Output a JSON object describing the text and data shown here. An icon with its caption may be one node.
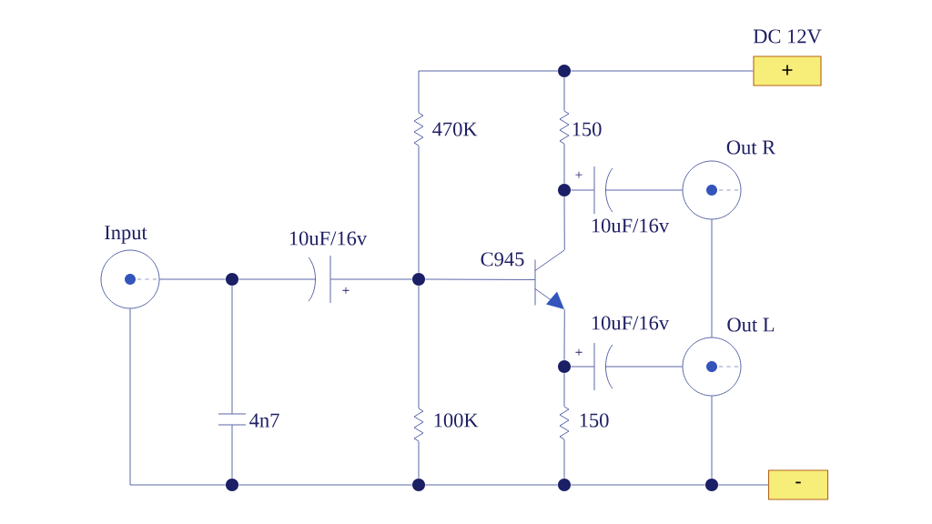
{
  "diagram": {
    "nodes": [
      {
        "text": [
          "DC 12V",
          "+"
        ]
      },
      {
        "text": [],
        "shape": "circle"
      },
      {
        "text": [],
        "shape": "resistor",
        "beside": [
          "470K"
        ]
      },
      {
        "text": [],
        "shape": "resistor",
        "beside": [
          "150"
        ]
      },
      {
        "text": [
          "Out R"
        ]
      },
      {
        "text": [],
        "shape": "circle"
      },
      {
        "text": [],
        "shape": "capacitor",
        "beside": [
          "10uF/16v",
          "+"
        ]
      },
      {
        "text": [
          "Input"
        ]
      },
      {
        "text": [],
        "shape": "circle"
      },
      {
        "text": [],
        "shape": "capacitor",
        "beside": [
          "10uF/16v",
          "+"
        ]
      },
      {
        "text": [],
        "shape": "circle"
      },
      {
        "text": [],
        "shape": "transistor",
        "beside": [
          "C945"
        ]
      },
      {
        "text": [],
        "shape": "circle"
      },
      {
        "text": [],
        "shape": "capacitor",
        "beside": [
          "10uF/16v",
          "+"
        ]
      },
      {
        "text": [
          "Out L"
        ]
      },
      {
        "text": [],
        "shape": "capacitor",
        "beside": [
          "4n7"
        ]
      },
      {
        "text": [],
        "shape": "resistor",
        "beside": [
          "100K"
        ]
      },
      {
        "text": [],
        "shape": "resistor",
        "beside": [
          "150"
        ]
      },
      {
        "text": [],
        "shape": "circle"
      },
      {
        "text": [],
        "shape": "circle"
      },
      {
        "text": [],
        "shape": "circle"
      },
      {
        "text": [],
        "shape": "circle"
      },
      {
        "text": [
          "-"
        ]
      }
    ],
    "edges": [
      {
        "from": 0,
        "to": 1,
        "arrow": "none"
      },
      {
        "from": 1,
        "to": 2,
        "arrow": "none"
      },
      {
        "from": 1,
        "to": 3,
        "arrow": "none"
      },
      {
        "from": 3,
        "to": 5,
        "arrow": "none"
      },
      {
        "from": 5,
        "to": 6,
        "arrow": "none"
      },
      {
        "from": 6,
        "to": 4,
        "arrow": "none"
      },
      {
        "from": 5,
        "to": 11,
        "arrow": "none"
      },
      {
        "from": 7,
        "to": 8,
        "arrow": "none"
      },
      {
        "from": 8,
        "to": 9,
        "arrow": "none"
      },
      {
        "from": 9,
        "to": 10,
        "arrow": "none"
      },
      {
        "from": 2,
        "to": 10,
        "arrow": "none"
      },
      {
        "from": 10,
        "to": 11,
        "arrow": "none"
      },
      {
        "from": 10,
        "to": 16,
        "arrow": "none"
      },
      {
        "from": 11,
        "to": 12,
        "arrow": "none"
      },
      {
        "from": 12,
        "to": 13,
        "arrow": "none"
      },
      {
        "from": 13,
        "to": 14,
        "arrow": "none"
      },
      {
        "from": 12,
        "to": 17,
        "arrow": "none"
      },
      {
        "from": 4,
        "to": 14,
        "arrow": "none"
      },
      {
        "from": 8,
        "to": 15,
        "arrow": "none"
      },
      {
        "from": 15,
        "to": 18,
        "arrow": "none"
      },
      {
        "from": 7,
        "to": 18,
        "arrow": "none"
      },
      {
        "from": 18,
        "to": 19,
        "arrow": "none"
      },
      {
        "from": 16,
        "to": 19,
        "arrow": "none"
      },
      {
        "from": 19,
        "to": 20,
        "arrow": "none"
      },
      {
        "from": 17,
        "to": 20,
        "arrow": "none"
      },
      {
        "from": 20,
        "to": 21,
        "arrow": "none"
      },
      {
        "from": 14,
        "to": 21,
        "arrow": "none"
      },
      {
        "from": 21,
        "to": 22,
        "arrow": "none"
      }
    ]
  }
}
